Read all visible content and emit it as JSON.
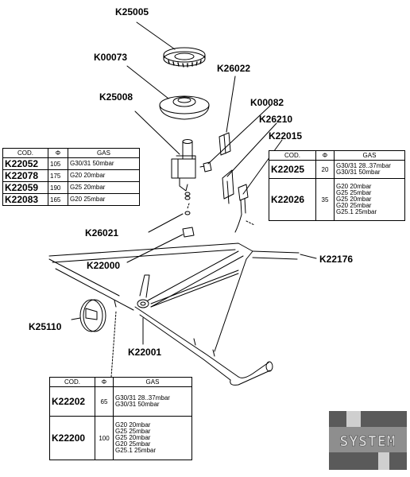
{
  "labels": {
    "k25005": "K25005",
    "k00073": "K00073",
    "k26022": "K26022",
    "k25008": "K25008",
    "k00082": "K00082",
    "k26210": "K26210",
    "k22015": "K22015",
    "k26021": "K26021",
    "k22000": "K22000",
    "k22176": "K22176",
    "k25110": "K25110",
    "k22001": "K22001"
  },
  "table_left": {
    "headers": [
      "COD.",
      "Φ",
      "GAS"
    ],
    "rows": [
      {
        "code": "K22052",
        "dia": "105",
        "gas": "G30/31 50mbar"
      },
      {
        "code": "K22078",
        "dia": "175",
        "gas": "G20 20mbar"
      },
      {
        "code": "K22059",
        "dia": "190",
        "gas": "G25 20mbar"
      },
      {
        "code": "K22083",
        "dia": "165",
        "gas": "G20 25mbar"
      }
    ]
  },
  "table_right": {
    "headers": [
      "COD.",
      "Φ",
      "GAS"
    ],
    "rows": [
      {
        "code": "K22025",
        "dia": "20",
        "gas": "G30/31 28..37mbar\nG30/31 50mbar"
      },
      {
        "code": "K22026",
        "dia": "35",
        "gas": "G20 20mbar\nG25 25mbar\nG25 20mbar\nG20 25mbar\nG25.1 25mbar"
      }
    ]
  },
  "table_bottom": {
    "headers": [
      "COD.",
      "Φ",
      "GAS"
    ],
    "rows": [
      {
        "code": "K22202",
        "dia": "65",
        "gas": "G30/31 28..37mbar\nG30/31 50mbar"
      },
      {
        "code": "K22200",
        "dia": "100",
        "gas": "G20 20mbar\nG25 25mbar\nG25 20mbar\nG20 25mbar\nG25.1 25mbar"
      }
    ]
  },
  "logo": {
    "text": "SYSTEM"
  },
  "colors": {
    "line": "#000000",
    "logo_dark": "#555555",
    "logo_light": "#cfcfcf",
    "logo_text": "#dcdcdc"
  }
}
